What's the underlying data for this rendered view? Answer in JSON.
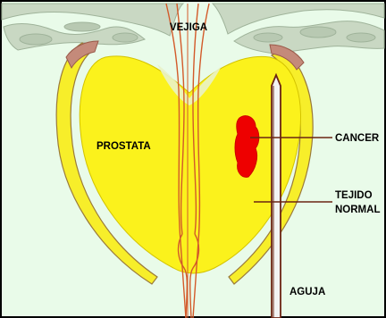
{
  "labels": {
    "bladder": "VEJIGA",
    "prostate": "PROSTATA",
    "cancer": "CANCER",
    "normal_tissue_line1": "TEJIDO",
    "normal_tissue_line2": "NORMAL",
    "needle": "AGUJA"
  },
  "colors": {
    "background": "#e9fbe9",
    "frame": "#000000",
    "bladder_tissue": "#c9d8c3",
    "prostate": "#fbf21c",
    "capsule": "#f7ee2a",
    "capsule_edge": "#9a7a3a",
    "cap_tissue": "#c48a7a",
    "urethra_line": "#d35a2a",
    "cancer": "#ee0000",
    "needle": "#6b2412",
    "leader_line": "#6b2412"
  }
}
